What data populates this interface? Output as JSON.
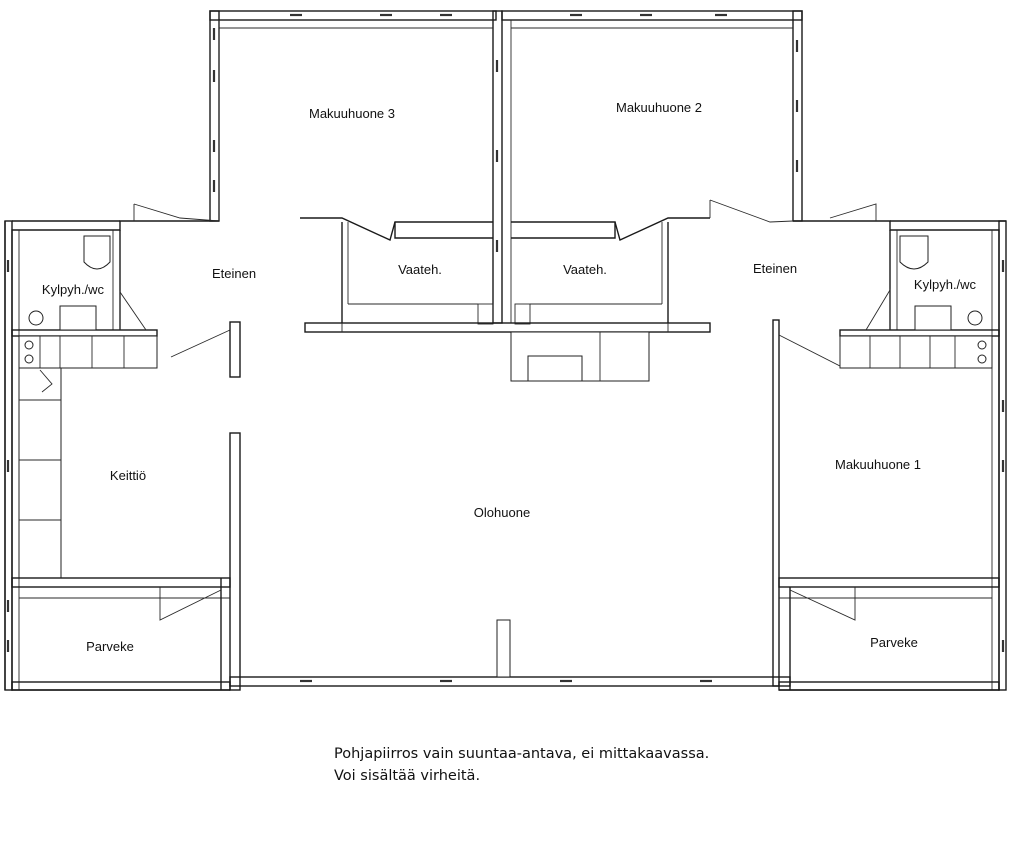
{
  "rooms": {
    "bedroom3": "Makuuhuone 3",
    "bedroom2": "Makuuhuone  2",
    "bedroom1": "Makuuhuone 1",
    "hall_left": "Eteinen",
    "hall_right": "Eteinen",
    "closet_left": "Vaateh.",
    "closet_right": "Vaateh.",
    "bath_left": "Kylpyh./wc",
    "bath_right": "Kylpyh./wc",
    "kitchen": "Keittiö",
    "living": "Olohuone",
    "balcony_left": "Parveke",
    "balcony_right": "Parveke"
  },
  "note": {
    "line1": "Pohjapiirros vain suuntaa-antava, ei mittakaavassa.",
    "line2": "Voi sisältää virheitä."
  }
}
